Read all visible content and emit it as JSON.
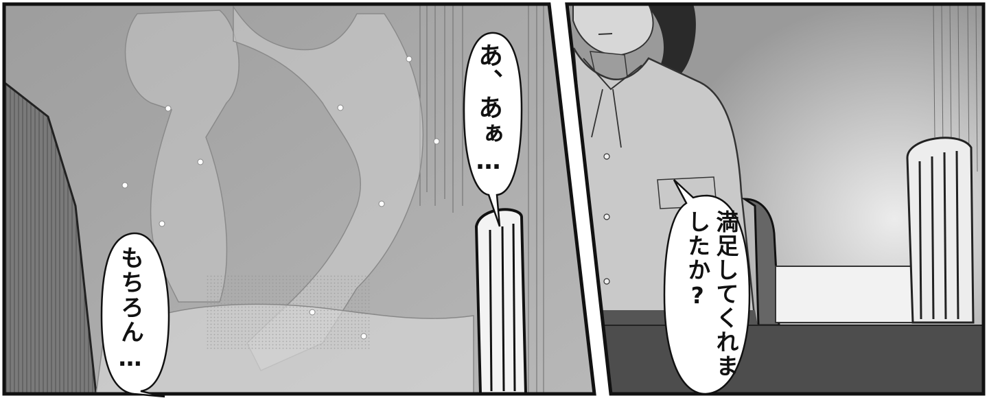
{
  "panels": {
    "left": {
      "name": "left-panel-couple-scene",
      "bubbles": {
        "top_right": {
          "text": "あ、あぁ…"
        },
        "bottom_left": {
          "text": "もちろん…"
        }
      }
    },
    "right": {
      "name": "right-panel-schoolgirl-scene",
      "bubbles": {
        "main": {
          "text": "満足してくれましたか?"
        }
      }
    }
  },
  "colors": {
    "panel_border": "#111111",
    "background_gray": "#a9a9a9",
    "bubble_fill": "#ffffff"
  }
}
